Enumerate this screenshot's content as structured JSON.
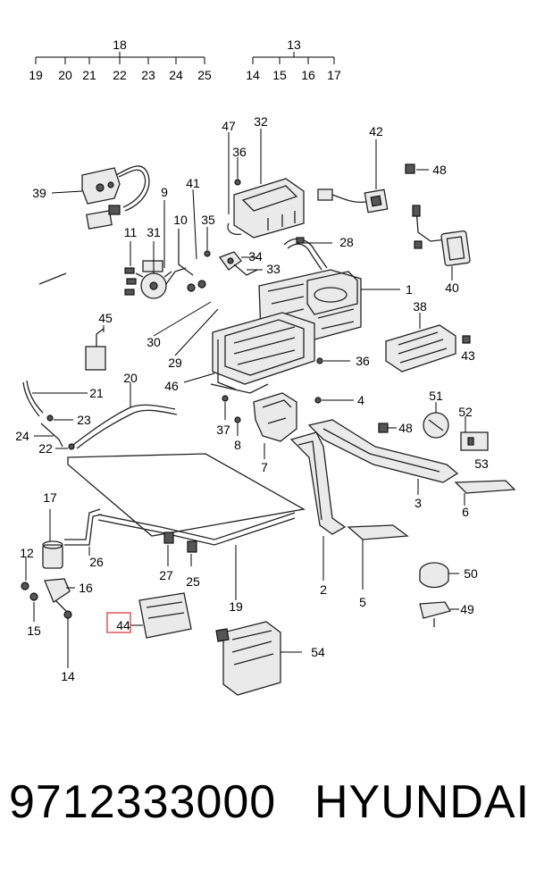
{
  "callouts": {
    "c1": "1",
    "c2": "2",
    "c3": "3",
    "c4": "4",
    "c5": "5",
    "c6": "6",
    "c7": "7",
    "c8": "8",
    "c9": "9",
    "c10": "10",
    "c11": "11",
    "c12": "12",
    "c13": "13",
    "c14": "14",
    "c15": "15",
    "c16": "16",
    "c17": "17",
    "c18": "18",
    "c19": "19",
    "c19b": "19",
    "c20": "20",
    "c21": "21",
    "c21b": "21",
    "c22": "22",
    "c22b": "22",
    "c23": "23",
    "c23b": "23",
    "c24": "24",
    "c24b": "24",
    "c25": "25",
    "c25b": "25",
    "c26": "26",
    "c27": "27",
    "c28": "28",
    "c29": "29",
    "c30": "30",
    "c31": "31",
    "c32": "32",
    "c33": "33",
    "c34": "34",
    "c35": "35",
    "c36": "36",
    "c36b": "36",
    "c37": "37",
    "c38": "38",
    "c39": "39",
    "c40": "40",
    "c41": "41",
    "c42": "42",
    "c43": "43",
    "c44": "44",
    "c45": "45",
    "c46": "46",
    "c47": "47",
    "c48": "48",
    "c48b": "48",
    "c49": "49",
    "c50": "50",
    "c51": "51",
    "c52": "52",
    "c53": "53",
    "c54": "54",
    "c14b": "14",
    "c15b": "15",
    "c16b": "16",
    "c17b": "17",
    "c20b": "20"
  },
  "footer": {
    "part_number": "9712333000",
    "brand": "HYUNDAI"
  },
  "highlight": {
    "color": "#e0555a",
    "callout": "44"
  }
}
